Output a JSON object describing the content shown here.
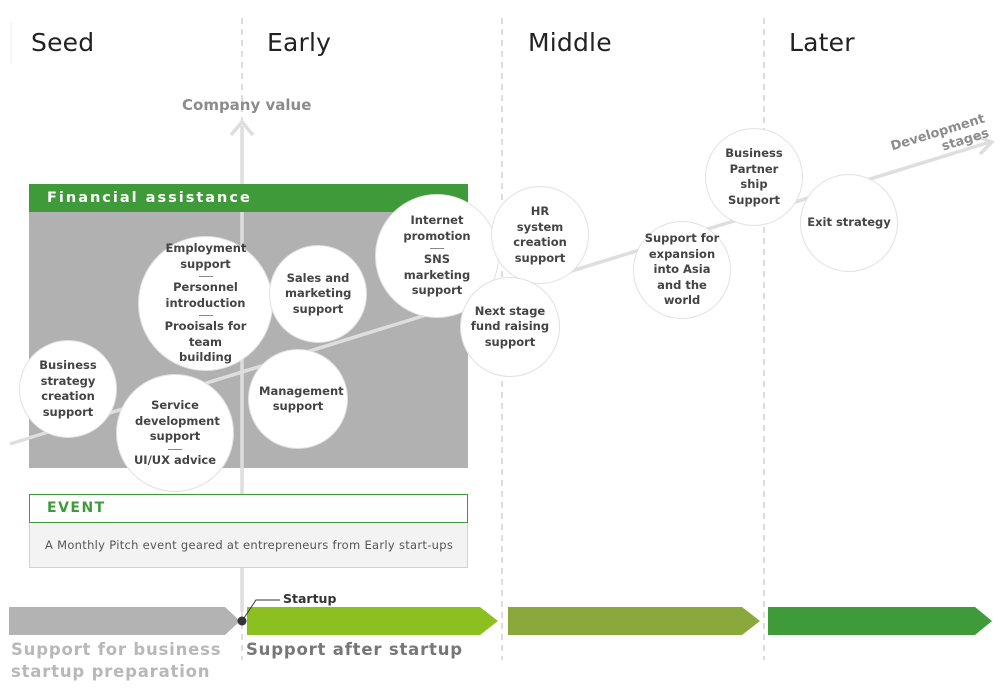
{
  "stages": [
    "Seed",
    "Early",
    "Middle",
    "Later"
  ],
  "axes": {
    "company_value": "Company value",
    "development_stages_line1": "Development",
    "development_stages_line2": "stages"
  },
  "financial_assistance": {
    "title": "Financial assistance"
  },
  "circles": {
    "business_strategy": "Business strategy creation support",
    "employment": {
      "line1": "Employment support",
      "line2": "Personnel introduction",
      "line3": "Prooisals for team building"
    },
    "sales_marketing": "Sales and marketing support",
    "internet": {
      "line1": "Internet promotion",
      "line2": "SNS marketing support"
    },
    "service_dev": {
      "line1": "Service development support",
      "line2": "UI/UX advice"
    },
    "management": "Management support",
    "hr_system": "HR system creation support",
    "next_stage": "Next stage fund raising support",
    "expansion": "Support for expansion into Asia and the world",
    "partnership": "Business Partner ship Support",
    "exit": "Exit strategy"
  },
  "event": {
    "title": "EVENT",
    "description": "A Monthly Pitch event geared at entrepreneurs from Early start-ups"
  },
  "startup_marker": "Startup",
  "bottom": {
    "pre_startup_line1": "Support for business",
    "pre_startup_line2": "startup preparation",
    "post_startup": "Support after startup"
  },
  "colors": {
    "green_dark": "#3f9b3a",
    "green_mid": "#8aa83b",
    "green_light": "#8cc020",
    "gray_arrow": "#b3b3b3",
    "gray_box": "#b1b1b1"
  }
}
